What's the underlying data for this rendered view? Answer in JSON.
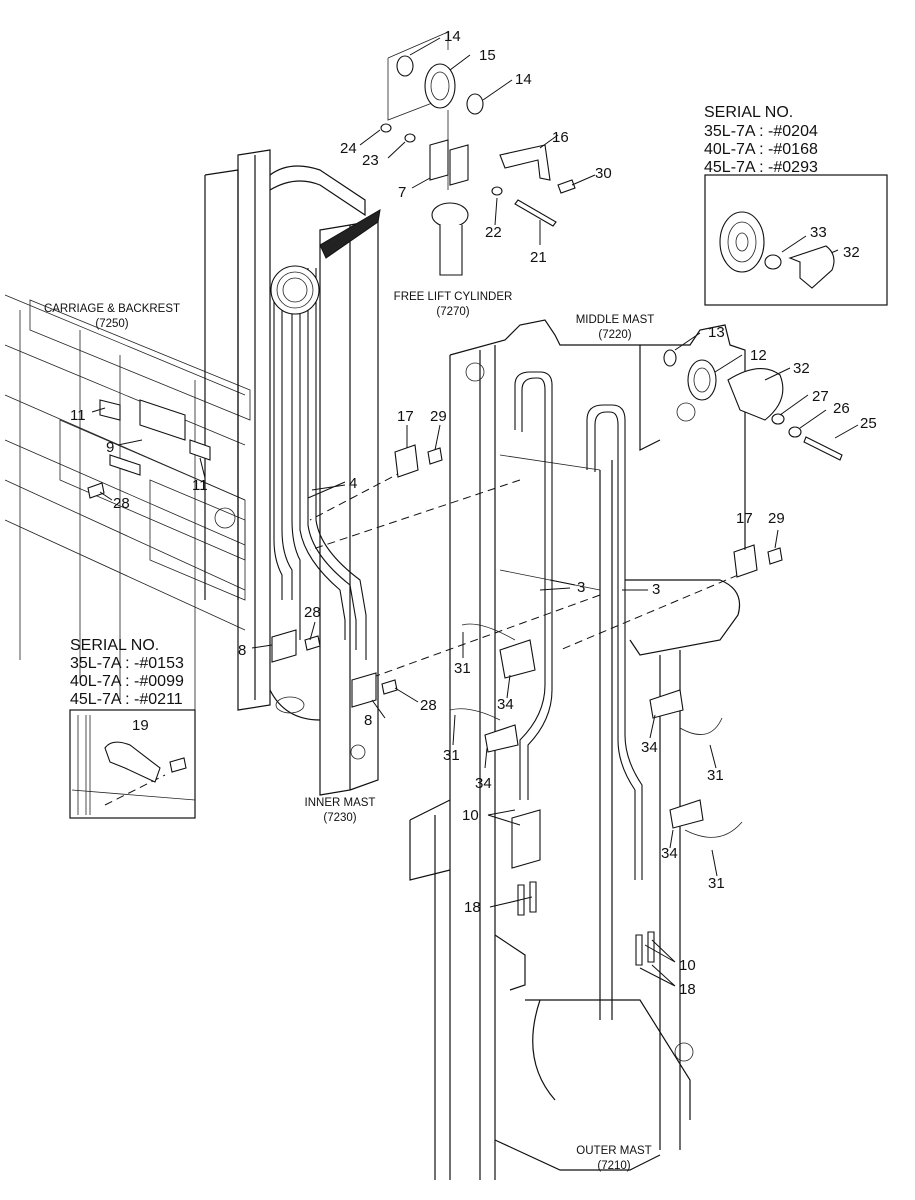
{
  "assemblies": {
    "carriage": {
      "name": "CARRIAGE & BACKREST",
      "code": "(7250)"
    },
    "free_lift": {
      "name": "FREE LIFT CYLINDER",
      "code": "(7270)"
    },
    "middle_mast": {
      "name": "MIDDLE MAST",
      "code": "(7220)"
    },
    "inner_mast": {
      "name": "INNER MAST",
      "code": "(7230)"
    },
    "outer_mast": {
      "name": "OUTER MAST",
      "code": "(7210)"
    }
  },
  "serial_box_top": {
    "heading": "SERIAL NO.",
    "lines": [
      "35L-7A : -#0204",
      "40L-7A : -#0168",
      "45L-7A : -#0293"
    ]
  },
  "serial_box_left": {
    "heading": "SERIAL NO.",
    "lines": [
      "35L-7A : -#0153",
      "40L-7A : -#0099",
      "45L-7A : -#0211"
    ]
  },
  "callouts": {
    "c14a": "14",
    "c15": "15",
    "c14b": "14",
    "c16": "16",
    "c24": "24",
    "c23": "23",
    "c7": "7",
    "c30": "30",
    "c22": "22",
    "c21": "21",
    "c33": "33",
    "c32a": "32",
    "c13": "13",
    "c12": "12",
    "c32b": "32",
    "c27": "27",
    "c26": "26",
    "c25": "25",
    "c11a": "11",
    "c9": "9",
    "c11b": "11",
    "c28a": "28",
    "c17a": "17",
    "c29a": "29",
    "c4": "4",
    "c8a": "8",
    "c28b": "28",
    "c28c": "28",
    "c8b": "8",
    "c3a": "3",
    "c3b": "3",
    "c17b": "17",
    "c29b": "29",
    "c31a": "31",
    "c34a": "34",
    "c31b": "31",
    "c34b": "34",
    "c34c": "34",
    "c31c": "31",
    "c34d": "34",
    "c31d": "31",
    "c10a": "10",
    "c18a": "18",
    "c10b": "10",
    "c18b": "18",
    "c19": "19"
  }
}
